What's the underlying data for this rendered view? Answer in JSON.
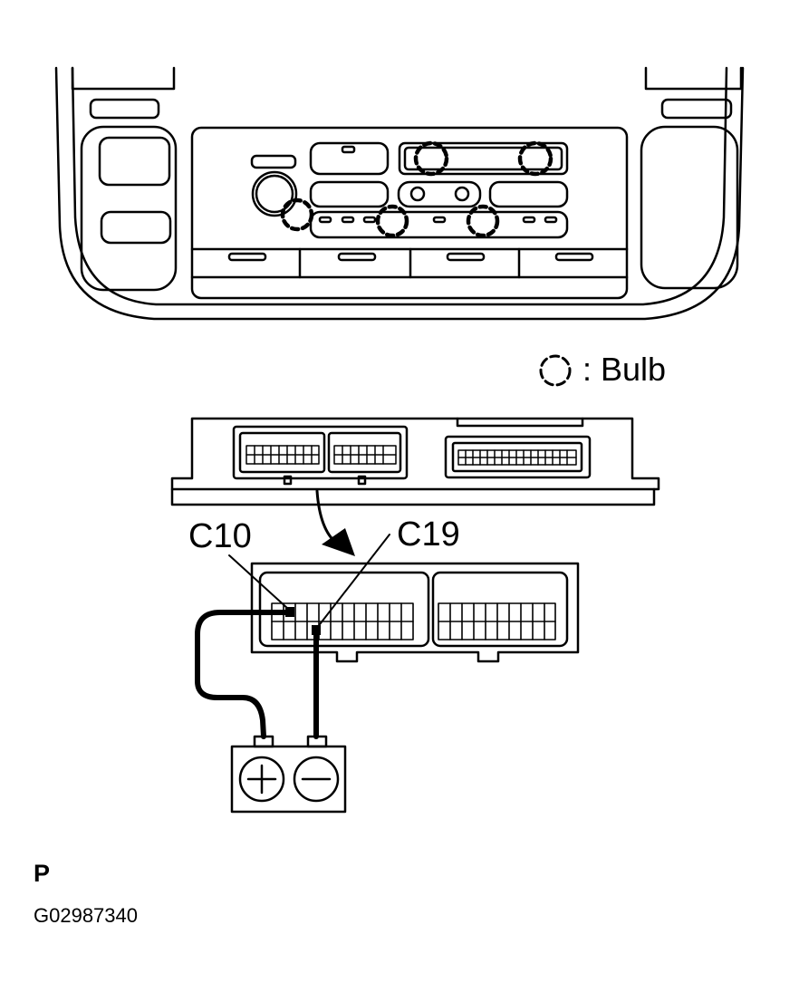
{
  "legend": {
    "symbol": "dashed-circle",
    "label": ": Bulb"
  },
  "connectors": {
    "c10": "C10",
    "c19": "C19"
  },
  "battery": {
    "positive_symbol": "plus-sign",
    "negative_symbol": "minus-sign"
  },
  "footer": {
    "page_letter": "P",
    "figure_id": "G02987340"
  }
}
